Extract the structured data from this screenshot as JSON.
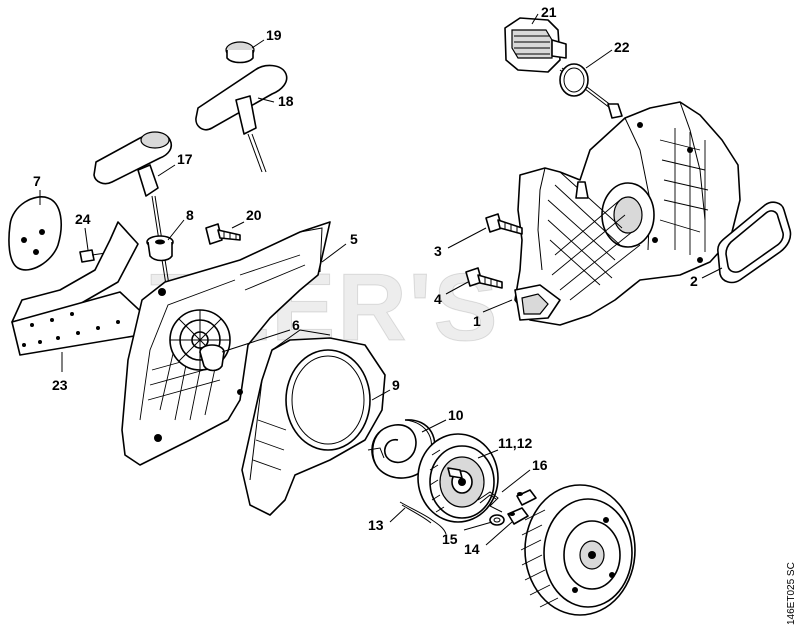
{
  "labels": {
    "p1": "1",
    "p2": "2",
    "p3": "3",
    "p4": "4",
    "p5": "5",
    "p6": "6",
    "p7": "7",
    "p8": "8",
    "p9": "9",
    "p10": "10",
    "p11_12": "11,12",
    "p13": "13",
    "p14": "14",
    "p15": "15",
    "p16": "16",
    "p17": "17",
    "p18": "18",
    "p19": "19",
    "p20": "20",
    "p21": "21",
    "p22": "22",
    "p23": "23",
    "p24": "24"
  },
  "watermark": "TLER'S",
  "drawing_code": "146ET025 SC"
}
